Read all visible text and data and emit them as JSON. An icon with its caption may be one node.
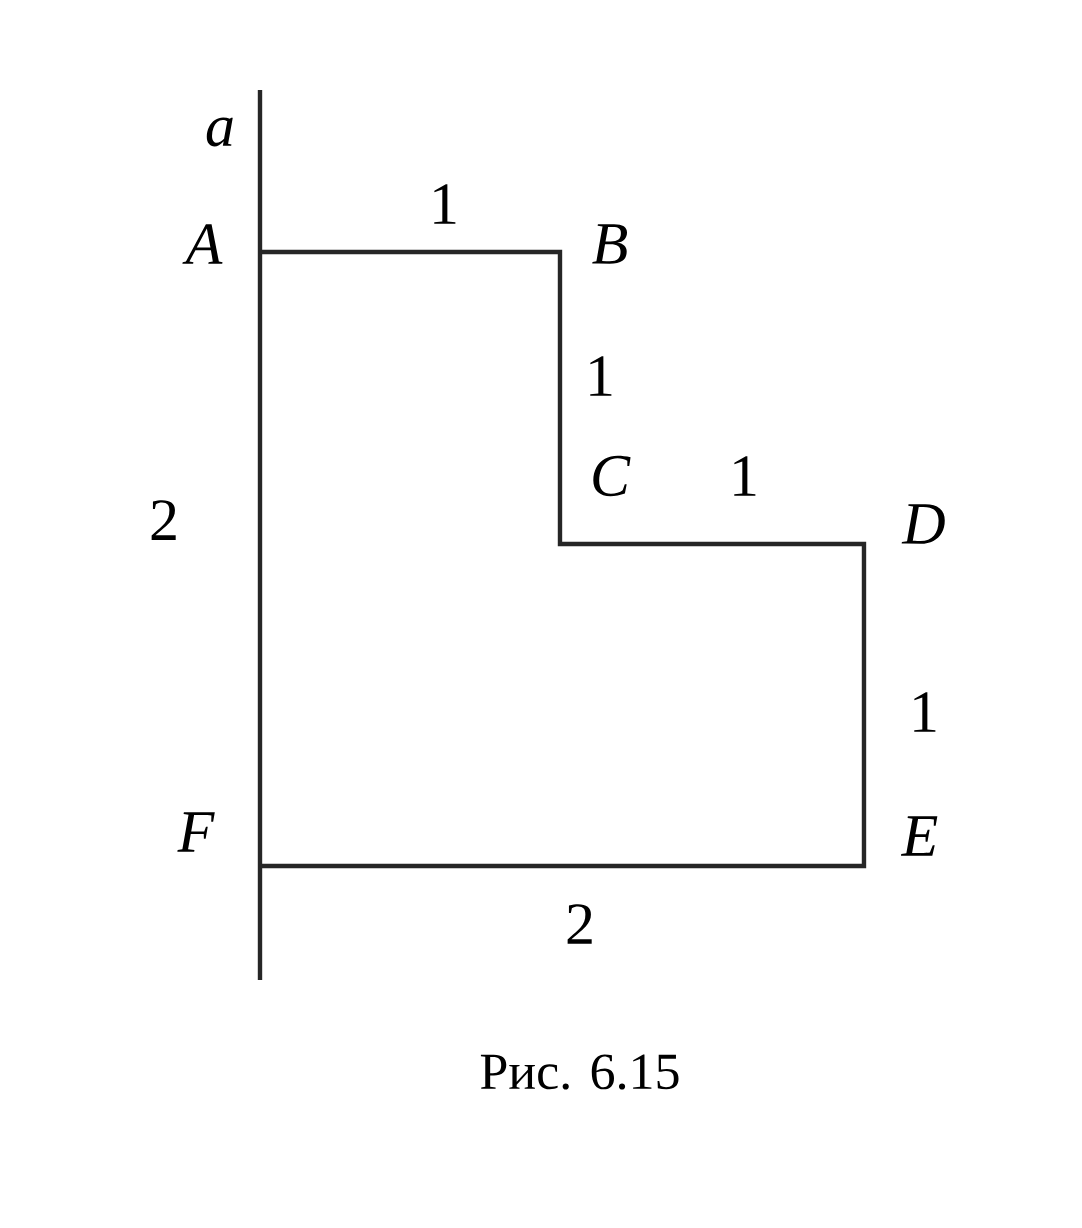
{
  "diagram": {
    "caption": "Рис. 6.15",
    "labels": [
      "a",
      "A",
      "1",
      "B",
      "1",
      "C",
      "1",
      "D",
      "2",
      "1",
      "F",
      "E",
      "2"
    ]
  }
}
